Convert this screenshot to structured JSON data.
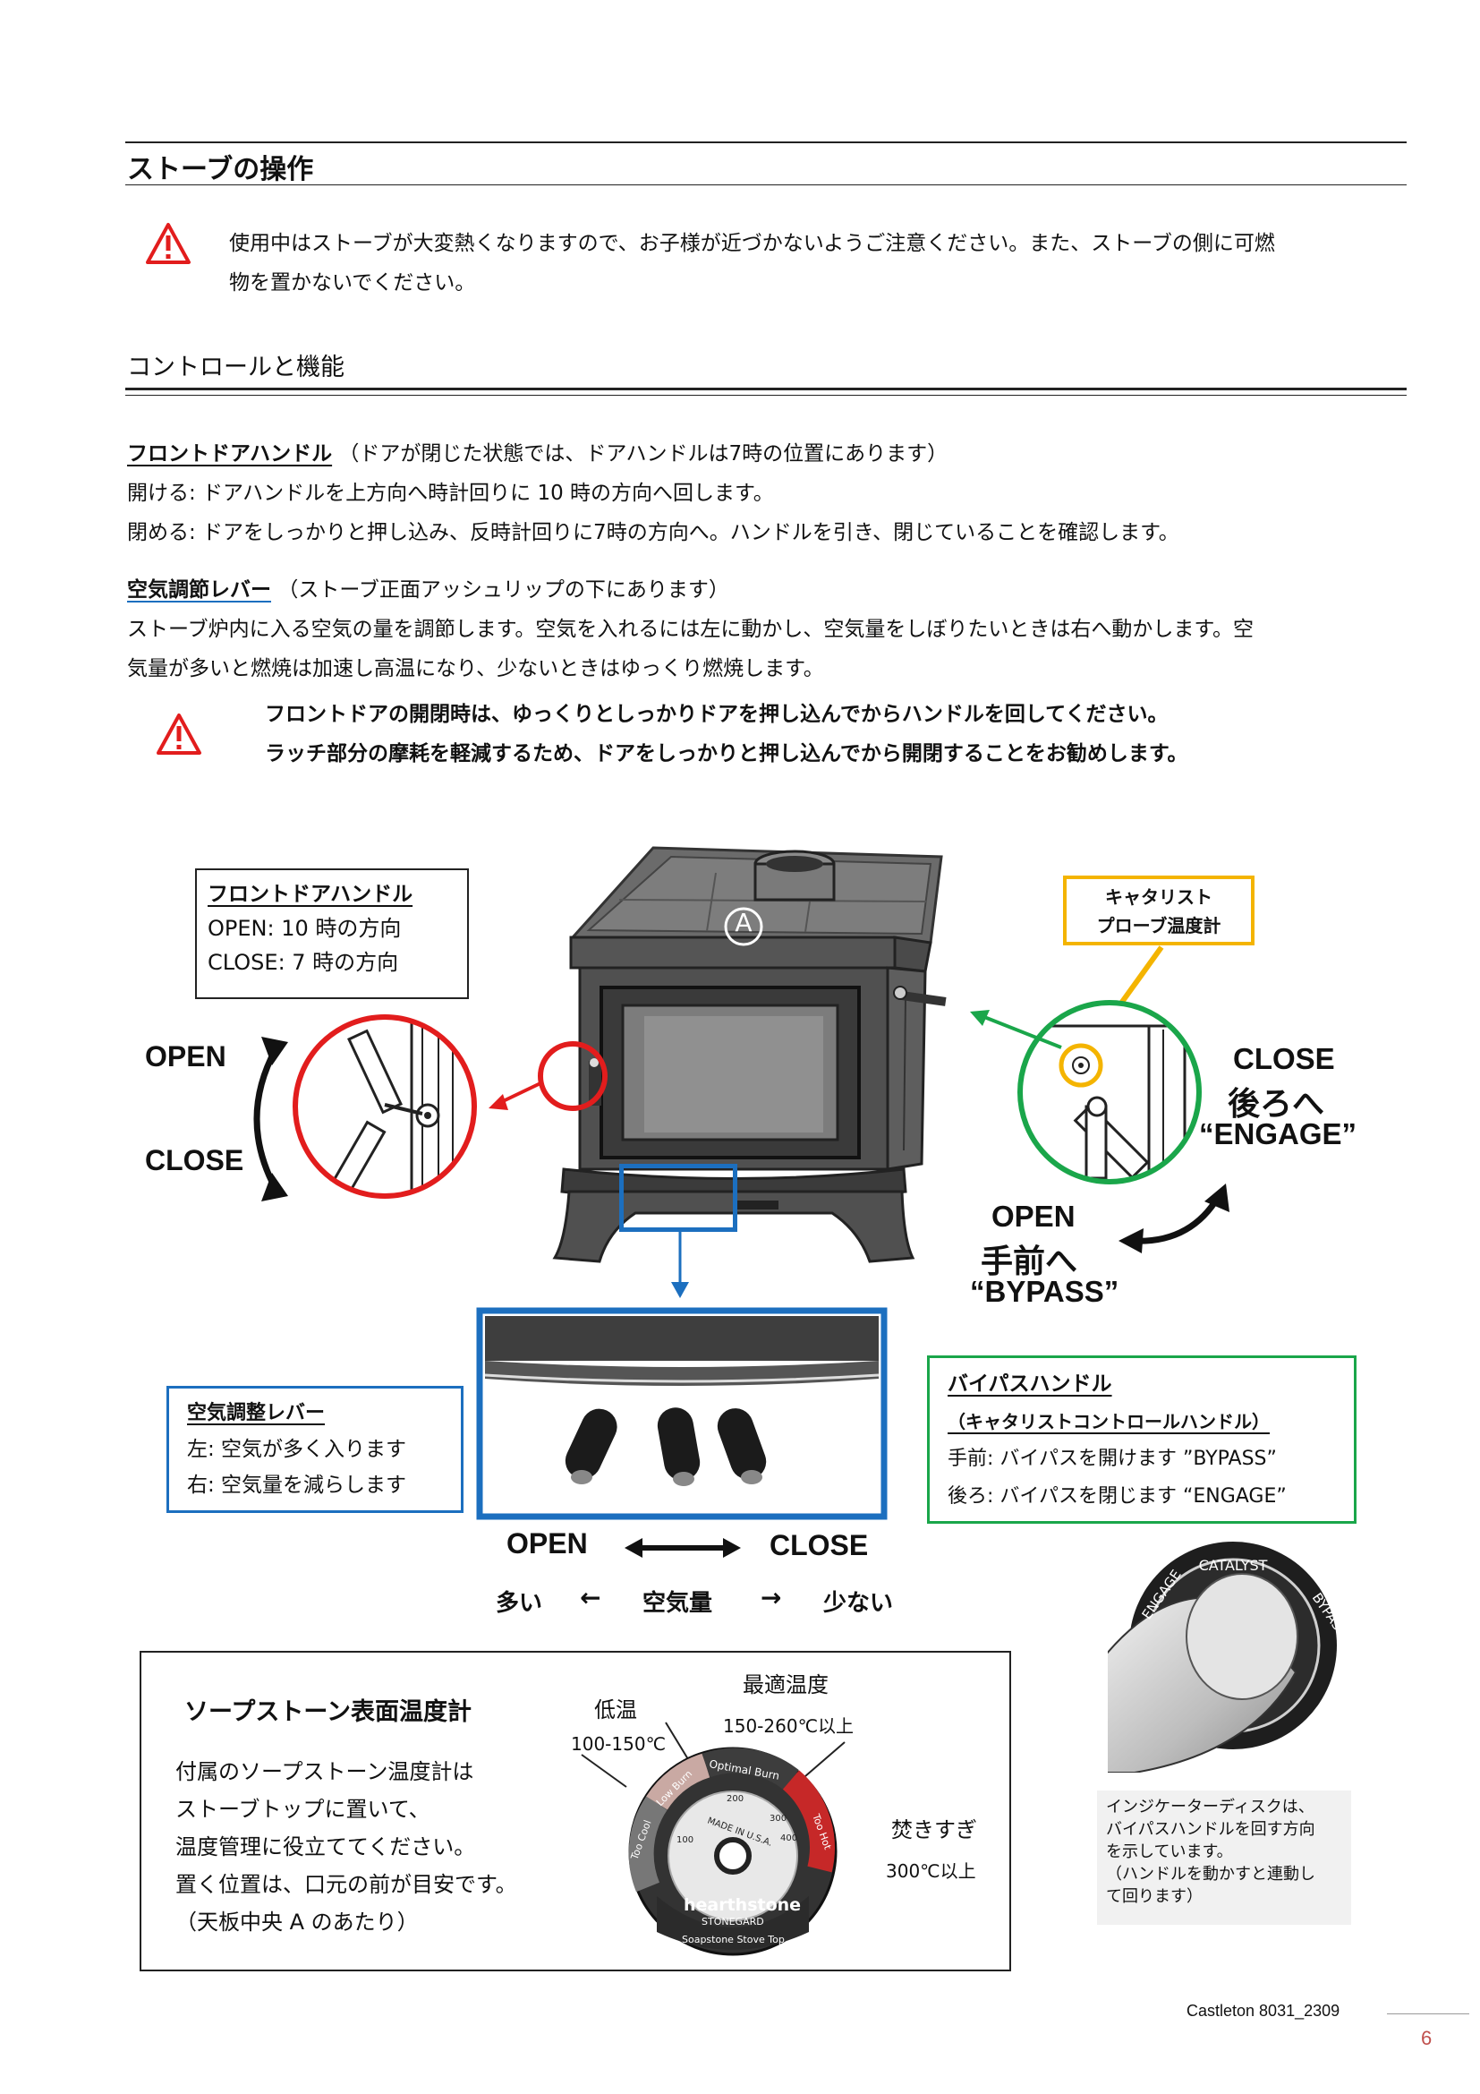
{
  "section": {
    "title": "ストーブの操作",
    "warning_line1": "使用中はストーブが大変熱くなりますので、お子様が近づかないようご注意ください。また、ストーブの側に可燃",
    "warning_line2": "物を置かないでください。"
  },
  "subsection": {
    "title": "コントロールと機能"
  },
  "front_door": {
    "heading": "フロントドアハンドル",
    "note": "（ドアが閉じた状態では、ドアハンドルは7時の位置にあります）",
    "open": "開ける:  ドアハンドルを上方向へ時計回りに 10 時の方向へ回します。",
    "close": "閉める:  ドアをしっかりと押し込み、反時計回りに7時の方向へ。ハンドルを引き、閉じていることを確認します。"
  },
  "air_lever": {
    "heading": "空気調節レバー",
    "note": "（ストーブ正面アッシュリップの下にあります）",
    "line1": "ストーブ炉内に入る空気の量を調節します。空気を入れるには左に動かし、空気量をしぼりたいときは右へ動かします。空",
    "line2": "気量が多いと燃焼は加速し高温になり、少ないときはゆっくり燃焼します。"
  },
  "warning2": {
    "line1": "フロントドアの開閉時は、ゆっくりとしっかりドアを押し込んでからハンドルを回してください。",
    "line2": "ラッチ部分の摩耗を軽減するため、ドアをしっかりと押し込んでから開閉することをお勧めします。"
  },
  "diagram": {
    "front_door_box": {
      "title": "フロントドアハンドル",
      "open": "OPEN: 10 時の方向",
      "close": "CLOSE: 7 時の方向"
    },
    "label_a": "A",
    "open_left": "OPEN",
    "close_left": "CLOSE",
    "catalyst_box": {
      "line1": "キャタリスト",
      "line2": "プローブ温度計"
    },
    "close_right": "CLOSE",
    "back": "後ろへ",
    "engage": "“ENGAGE”",
    "open_right": "OPEN",
    "front": "手前へ",
    "bypass": "“BYPASS”",
    "air_box": {
      "title": "空気調整レバー",
      "left": "左:  空気が多く入ります",
      "right": "右:  空気量を減らします"
    },
    "bypass_box": {
      "title": "バイパスハンドル",
      "subtitle": "（キャタリストコントロールハンドル）",
      "front": "手前:  バイパスを開けます  ”BYPASS”",
      "back": "後ろ:  バイパスを閉じます  “ENGAGE”"
    },
    "lever_open": "OPEN",
    "lever_close": "CLOSE",
    "air_scale": {
      "more": "多い",
      "arrow_left": "←",
      "label": "空気量",
      "arrow_right": "→",
      "less": "少ない"
    },
    "disk_labels": {
      "catalyst": "CATALYST",
      "bypass": "BYPASS",
      "engage": "ENGAGE"
    }
  },
  "soapstone": {
    "title": "ソープストーン表面温度計",
    "line1": "付属のソープストーン温度計は",
    "line2": "ストーブトップに置いて、",
    "line3": "温度管理に役立ててください。",
    "line4": "置く位置は、口元の前が目安です。",
    "line5": "（天板中央 A のあたり）",
    "low": "低温",
    "low_range": "100-150℃",
    "optimal": "最適温度",
    "optimal_range": "150-260℃以上",
    "hot": "焚きすぎ",
    "hot_range": "300℃以上",
    "gauge": {
      "too_cool": "Too Cool",
      "low_burn": "Low Burn",
      "optimal_burn": "Optimal Burn",
      "too_hot": "Too Hot",
      "made_in": "MADE IN U.S.A.",
      "brand": "hearthstone",
      "brand2": "STONEGARD",
      "bottom": "Soapstone Stove Top",
      "ticks": [
        "100",
        "200",
        "300",
        "400"
      ]
    }
  },
  "indicator_note": {
    "line1": "インジケーターディスクは、",
    "line2": "バイパスハンドルを回す方向",
    "line3": "を示しています。",
    "line4": "（ハンドルを動かすと連動し",
    "line5": "て回ります）"
  },
  "footer": {
    "doc": "Castleton  8031_2309",
    "page": "6"
  },
  "colors": {
    "red": "#e21d1d",
    "green": "#1aa64a",
    "blue": "#1c6fbf",
    "yellow": "#f4b400",
    "page_num": "#c0504d"
  }
}
